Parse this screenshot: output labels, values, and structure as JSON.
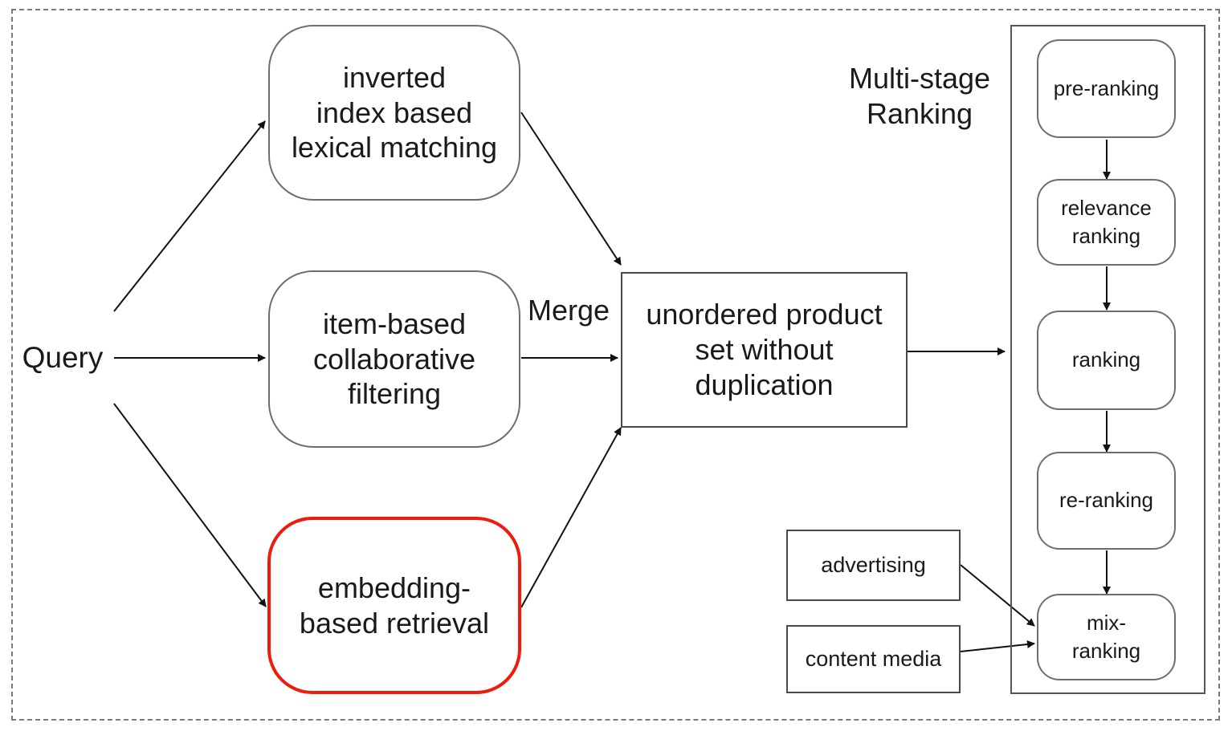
{
  "query_label": "Query",
  "merge_label": "Merge",
  "retrieval": {
    "inverted": "inverted\nindex based\nlexical matching",
    "item_based": "item-based\ncollaborative\nfiltering",
    "embedding": "embedding-\nbased retrieval"
  },
  "merged_set": "unordered product\nset without\nduplication",
  "ranking_title": "Multi-stage\nRanking",
  "stages": {
    "pre_ranking": "pre-ranking",
    "relevance_ranking": "relevance\nranking",
    "ranking": "ranking",
    "re_ranking": "re-ranking",
    "mix_ranking": "mix-\nranking"
  },
  "sources": {
    "advertising": "advertising",
    "content_media": "content media"
  },
  "colors": {
    "highlight": "#ee1c0b"
  }
}
